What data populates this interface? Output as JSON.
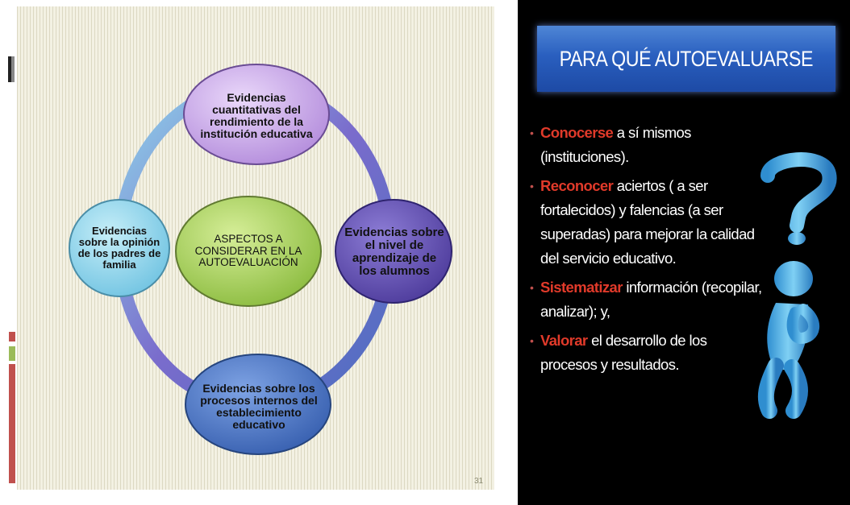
{
  "left_slide": {
    "diagram": {
      "center": "ASPECTOS A CONSIDERAR EN LA AUTOEVALUACIÓN",
      "top": "Evidencias cuantitativas del rendimiento de la institución educativa",
      "right": "Evidencias sobre el nivel de aprendizaje de los alumnos",
      "bottom": "Evidencias sobre los procesos internos del establecimiento educativo",
      "left": "Evidencias sobre la opinión de los padres de familia"
    },
    "slide_number": "31",
    "colors": {
      "top_node": "#c9a8e8",
      "right_node": "#6b58b8",
      "bottom_node": "#4b78c8",
      "left_node": "#8fd6ea",
      "center_node": "#a8d058"
    }
  },
  "right_slide": {
    "title": "PARA QUÉ AUTOEVALUARSE",
    "bullets": [
      {
        "keyword": "Conocerse",
        "rest": " a sí  mismos (instituciones)."
      },
      {
        "keyword": "Reconocer",
        "rest": " aciertos ( a ser fortalecidos) y falencias (a ser superadas) para mejorar la calidad del servicio educativo."
      },
      {
        "keyword": "Sistematizar",
        "rest": " información (recopilar, analizar); y,"
      },
      {
        "keyword": "Valorar",
        "rest": " el desarrollo de los procesos y resultados."
      }
    ],
    "figure_icon": "question-mark-thinking-figure-icon",
    "colors": {
      "title_bg": "#2a5fbf",
      "keyword": "#e03a2a",
      "figure": "#4aa8e0"
    }
  }
}
